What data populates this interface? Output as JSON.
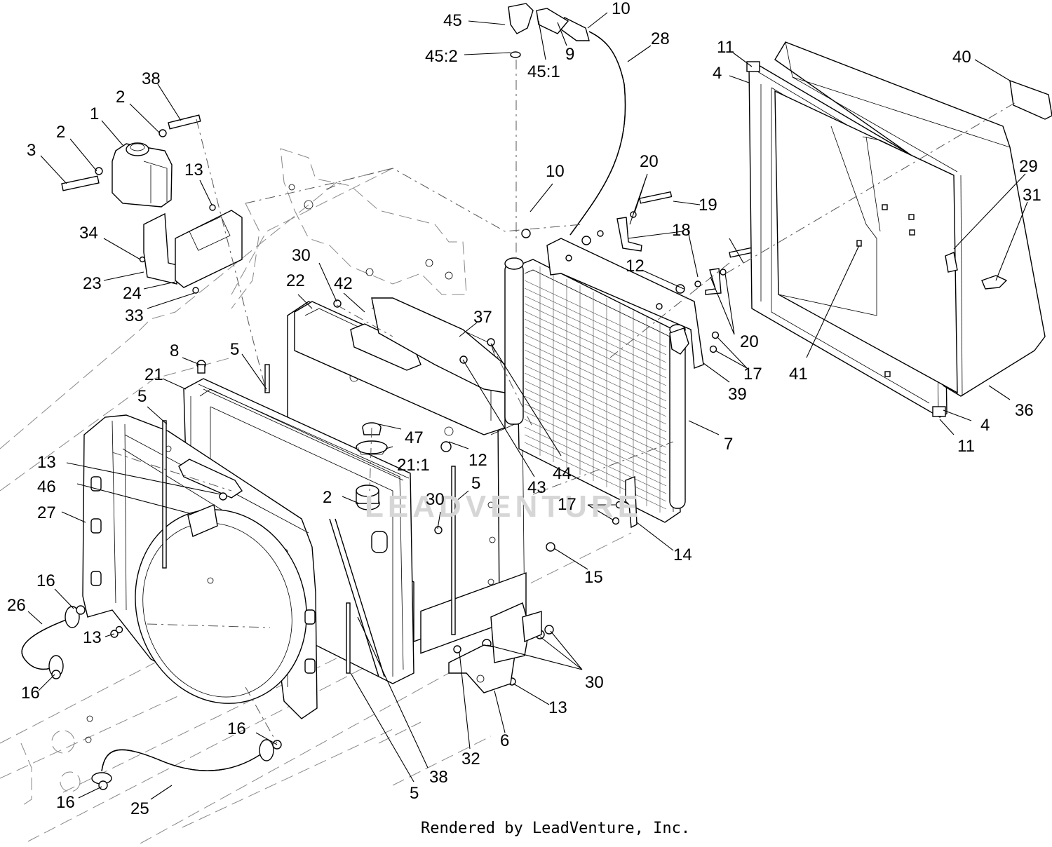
{
  "diagram": {
    "footer": "Rendered by LeadVenture, Inc.",
    "watermark": "LEADVENTURE",
    "callouts": [
      {
        "id": "c45",
        "text": "45"
      },
      {
        "id": "c45-2",
        "text": "45:2"
      },
      {
        "id": "c45-1",
        "text": "45:1"
      },
      {
        "id": "c9",
        "text": "9"
      },
      {
        "id": "c10a",
        "text": "10"
      },
      {
        "id": "c28",
        "text": "28"
      },
      {
        "id": "c10b",
        "text": "10"
      },
      {
        "id": "c11a",
        "text": "11"
      },
      {
        "id": "c4a",
        "text": "4"
      },
      {
        "id": "c40",
        "text": "40"
      },
      {
        "id": "c29",
        "text": "29"
      },
      {
        "id": "c31",
        "text": "31"
      },
      {
        "id": "c38a",
        "text": "38"
      },
      {
        "id": "c2a",
        "text": "2"
      },
      {
        "id": "c1",
        "text": "1"
      },
      {
        "id": "c2b",
        "text": "2"
      },
      {
        "id": "c3",
        "text": "3"
      },
      {
        "id": "c13a",
        "text": "13"
      },
      {
        "id": "c34",
        "text": "34"
      },
      {
        "id": "c23",
        "text": "23"
      },
      {
        "id": "c24",
        "text": "24"
      },
      {
        "id": "c33",
        "text": "33"
      },
      {
        "id": "c20a",
        "text": "20"
      },
      {
        "id": "c19",
        "text": "19"
      },
      {
        "id": "c18",
        "text": "18"
      },
      {
        "id": "c12a",
        "text": "12"
      },
      {
        "id": "c20b",
        "text": "20"
      },
      {
        "id": "c30a",
        "text": "30"
      },
      {
        "id": "c22",
        "text": "22"
      },
      {
        "id": "c42",
        "text": "42"
      },
      {
        "id": "c37",
        "text": "37"
      },
      {
        "id": "c17a",
        "text": "17"
      },
      {
        "id": "c39",
        "text": "39"
      },
      {
        "id": "c41",
        "text": "41"
      },
      {
        "id": "c36",
        "text": "36"
      },
      {
        "id": "c4b",
        "text": "4"
      },
      {
        "id": "c11b",
        "text": "11"
      },
      {
        "id": "c8",
        "text": "8"
      },
      {
        "id": "c5a",
        "text": "5"
      },
      {
        "id": "c21",
        "text": "21"
      },
      {
        "id": "c5b",
        "text": "5"
      },
      {
        "id": "c7",
        "text": "7"
      },
      {
        "id": "c47",
        "text": "47"
      },
      {
        "id": "c21-1",
        "text": "21:1"
      },
      {
        "id": "c12b",
        "text": "12"
      },
      {
        "id": "c44",
        "text": "44"
      },
      {
        "id": "c43",
        "text": "43"
      },
      {
        "id": "c13b",
        "text": "13"
      },
      {
        "id": "c46",
        "text": "46"
      },
      {
        "id": "c27",
        "text": "27"
      },
      {
        "id": "c2c",
        "text": "2"
      },
      {
        "id": "c30b",
        "text": "30"
      },
      {
        "id": "c5c",
        "text": "5"
      },
      {
        "id": "c17b",
        "text": "17"
      },
      {
        "id": "c14",
        "text": "14"
      },
      {
        "id": "c15",
        "text": "15"
      },
      {
        "id": "c16a",
        "text": "16"
      },
      {
        "id": "c26",
        "text": "26"
      },
      {
        "id": "c13c",
        "text": "13"
      },
      {
        "id": "c16b",
        "text": "16"
      },
      {
        "id": "c30c",
        "text": "30"
      },
      {
        "id": "c13d",
        "text": "13"
      },
      {
        "id": "c6",
        "text": "6"
      },
      {
        "id": "c16c",
        "text": "16"
      },
      {
        "id": "c32",
        "text": "32"
      },
      {
        "id": "c38b",
        "text": "38"
      },
      {
        "id": "c5d",
        "text": "5"
      },
      {
        "id": "c16d",
        "text": "16"
      },
      {
        "id": "c25",
        "text": "25"
      }
    ]
  }
}
